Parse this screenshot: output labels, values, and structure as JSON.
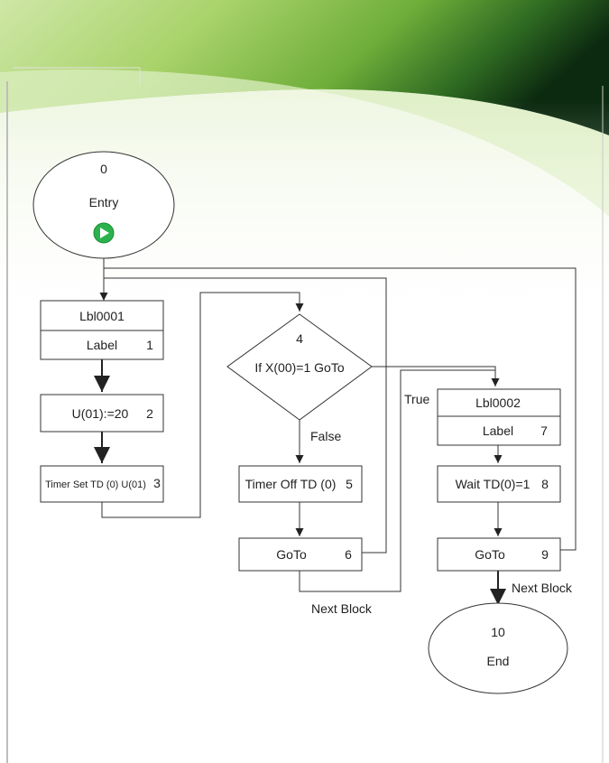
{
  "nodes": {
    "entry": {
      "number": "0",
      "title": "Entry",
      "icon": "play-icon"
    },
    "n1": {
      "header": "Lbl0001",
      "label": "Label",
      "number": "1"
    },
    "n2": {
      "label": "U(01):=20",
      "number": "2"
    },
    "n3": {
      "label": "Timer Set TD (0) U(01)",
      "number": "3"
    },
    "n4": {
      "number": "4",
      "label": "If X(00)=1 GoTo"
    },
    "n5": {
      "label": "Timer Off TD (0)",
      "number": "5"
    },
    "n6": {
      "label": "GoTo",
      "number": "6"
    },
    "n7": {
      "header": "Lbl0002",
      "label": "Label",
      "number": "7"
    },
    "n8": {
      "label": "Wait TD(0)=1",
      "number": "8"
    },
    "n9": {
      "label": "GoTo",
      "number": "9"
    },
    "end": {
      "number": "10",
      "title": "End"
    }
  },
  "edge_labels": {
    "true": "True",
    "false": "False",
    "next_block_a": "Next Block",
    "next_block_b": "Next Block"
  },
  "colors": {
    "line": "#333333",
    "accent_green": "#2bb24c",
    "bg_green": "#8cc63f"
  }
}
